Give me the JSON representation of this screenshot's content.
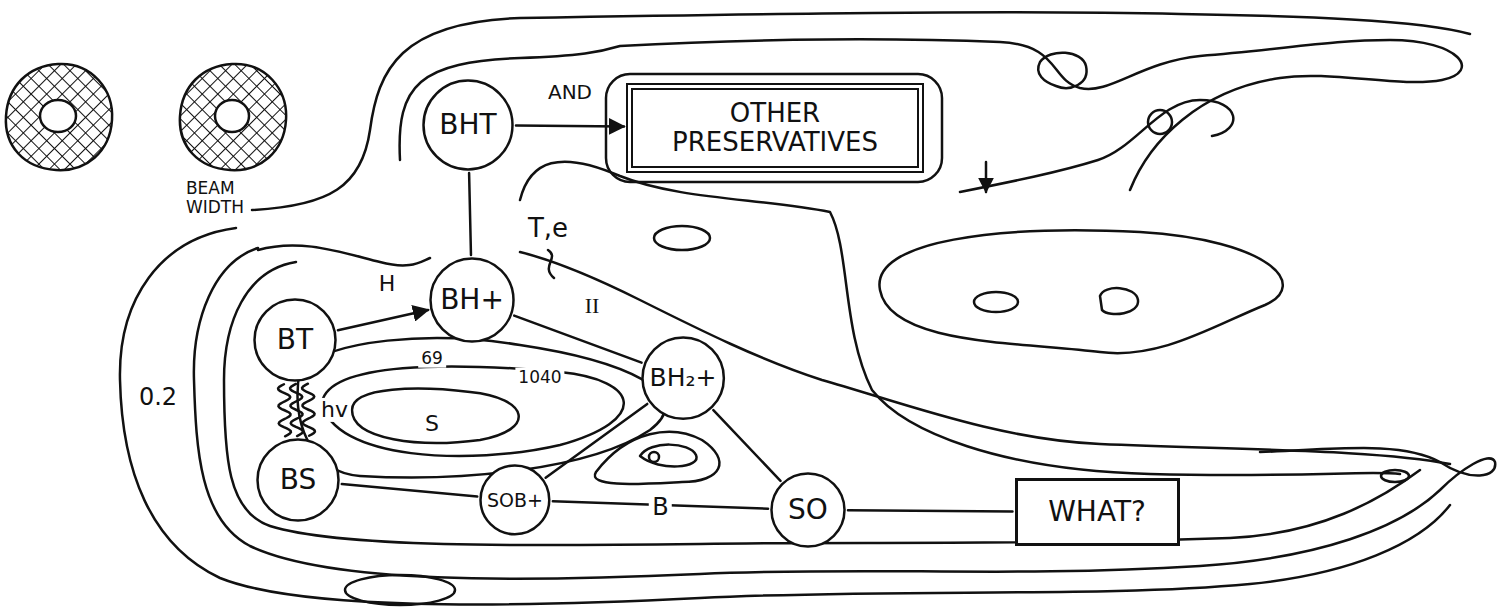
{
  "diagram": {
    "nodes": [
      {
        "text": [
          "BHT"
        ]
      },
      {
        "text": [
          "OTHER PRESERVATIVES"
        ]
      },
      {
        "text": [
          "BT"
        ]
      },
      {
        "text": [
          "BH+"
        ]
      },
      {
        "text": [
          "BH₂+"
        ]
      },
      {
        "text": [
          "BS"
        ]
      },
      {
        "text": [
          "SOB+"
        ]
      },
      {
        "text": [
          "SO"
        ]
      },
      {
        "text": [
          "WHAT?"
        ]
      }
    ],
    "edges": [
      {
        "from": 0,
        "to": 1,
        "arrow": "to",
        "label": "AND"
      },
      {
        "from": 0,
        "to": 3,
        "arrow": "none"
      },
      {
        "from": 2,
        "to": 3,
        "arrow": "to"
      },
      {
        "from": 2,
        "to": 5,
        "arrow": "none",
        "label": "hv"
      },
      {
        "from": 3,
        "to": 4,
        "arrow": "none"
      },
      {
        "from": 4,
        "to": 7,
        "arrow": "none"
      },
      {
        "from": 5,
        "to": 6,
        "arrow": "none"
      },
      {
        "from": 6,
        "to": 4,
        "arrow": "none"
      },
      {
        "from": 6,
        "to": 7,
        "arrow": "none",
        "label": "B"
      },
      {
        "from": 7,
        "to": 8,
        "arrow": "none"
      }
    ],
    "labels": [
      "BEAM WIDTH",
      "T,e",
      "H",
      "II",
      "69",
      "1040",
      "S",
      "0.2"
    ]
  }
}
